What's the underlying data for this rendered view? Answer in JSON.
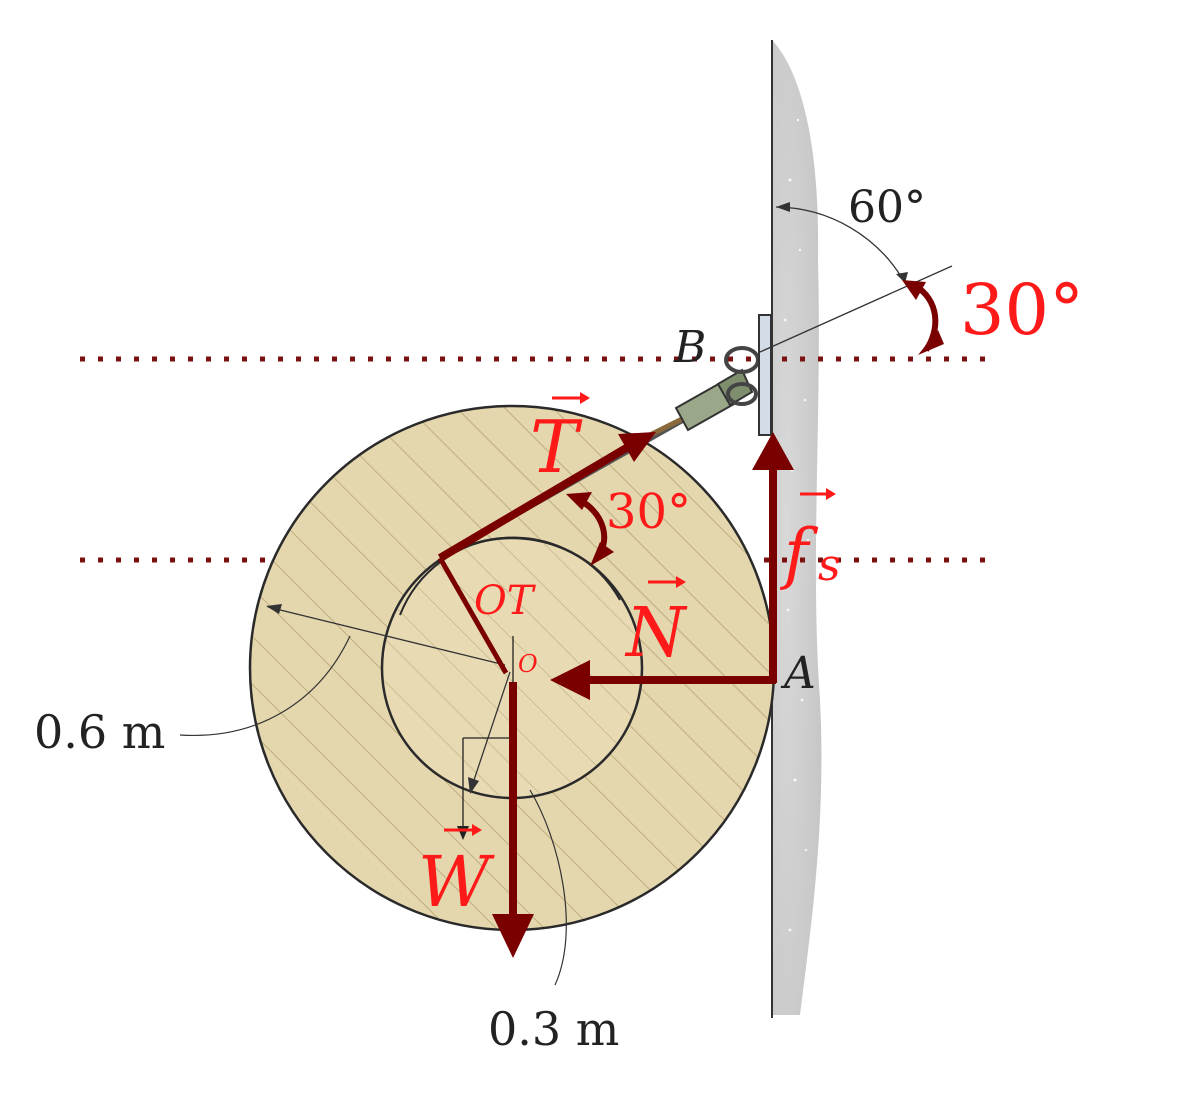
{
  "labels": {
    "angle_wall": "60°",
    "angle_red_top": "30°",
    "angle_red_inner": "30°",
    "point_b": "B",
    "point_a": "A",
    "point_o": "O",
    "ot": "OT",
    "outer_radius": "0.6 m",
    "inner_radius": "0.3 m"
  },
  "forces": {
    "tension": "T",
    "normal": "N",
    "friction": "f",
    "friction_sub": "s",
    "weight": "W"
  },
  "colors": {
    "force_arrow": "#7a0000",
    "force_label": "#ff1a1a",
    "wood": "#e2d3a8",
    "wood_hatch": "#b9a677",
    "wall": "#cfcfcf"
  }
}
